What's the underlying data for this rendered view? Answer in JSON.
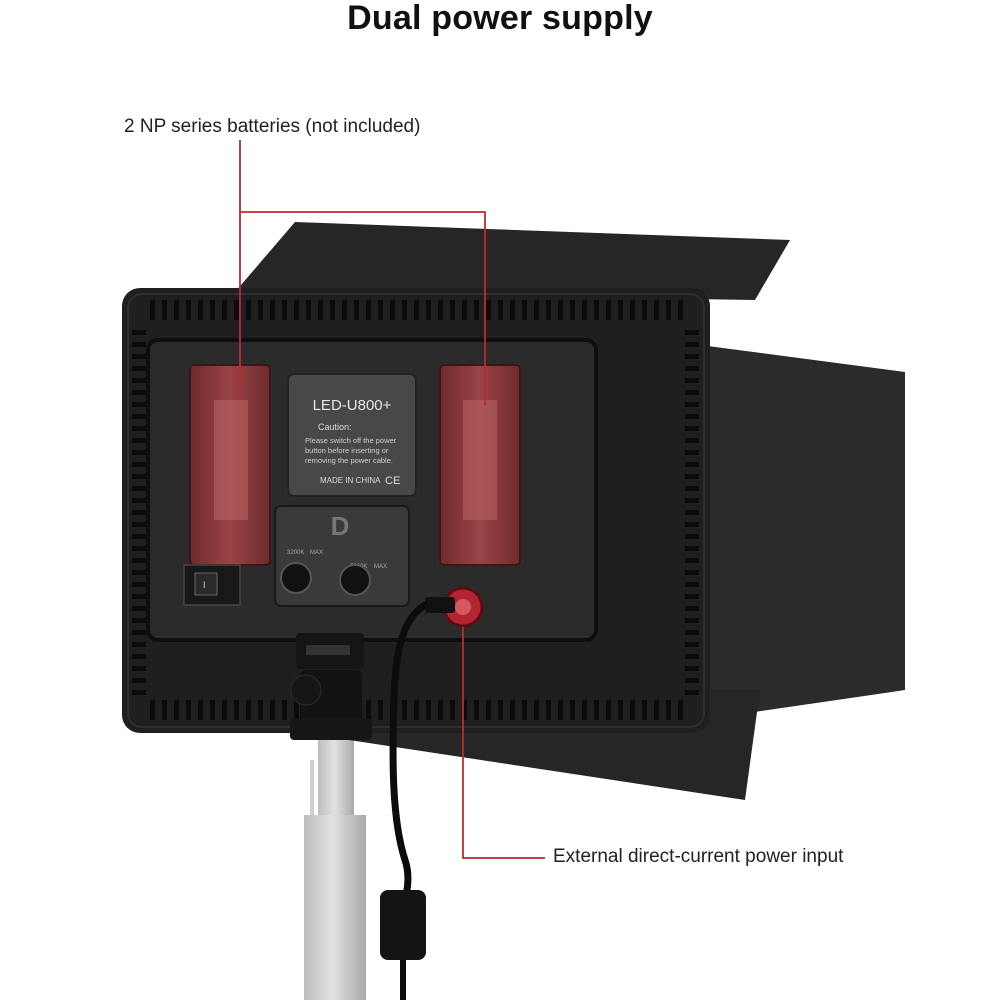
{
  "title": "Dual power supply",
  "callouts": {
    "batteries": "2 NP series batteries (not included)",
    "dc_input": "External direct-current power input"
  },
  "device": {
    "model": "LED-U800+",
    "caution_title": "Caution:",
    "caution_text": [
      "Please switch off the power",
      "button before inserting or",
      "removing the power cable."
    ],
    "made_in": "MADE IN CHINA",
    "ce_mark": "CE",
    "knob_left_labels": [
      "3200K",
      "MAX"
    ],
    "knob_right_labels": [
      "5600K",
      "MAX"
    ]
  },
  "colors": {
    "callout_line": "#c0282e",
    "panel": "#1e1e1e",
    "battery": "#8a3a3c"
  }
}
